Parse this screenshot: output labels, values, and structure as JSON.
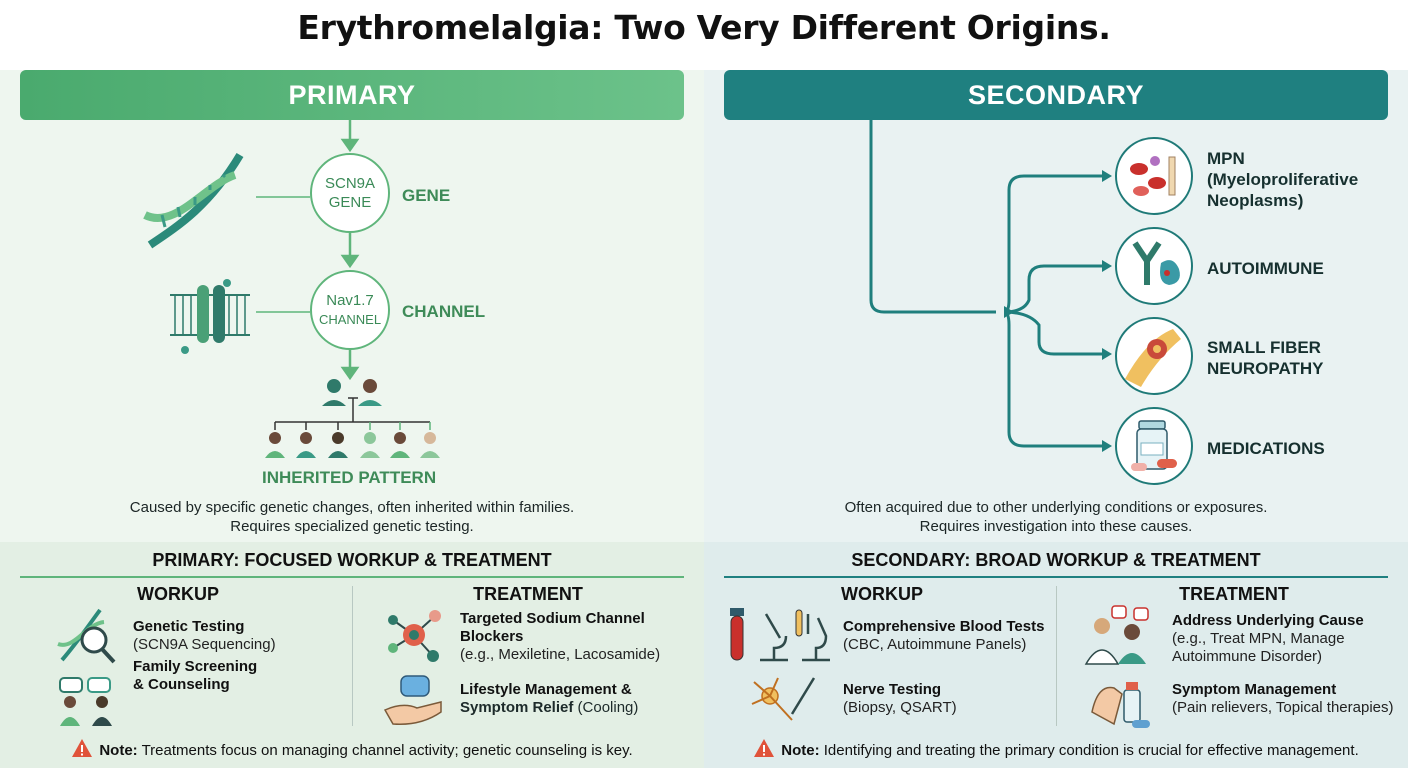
{
  "title": "Erythromelalgia: Two Very Different Origins.",
  "primary": {
    "banner": "PRIMARY",
    "gene_node": [
      "SCN9A",
      "GENE"
    ],
    "gene_label": "GENE",
    "channel_node": [
      "Nav1.7",
      "CHANNEL"
    ],
    "channel_label": "CHANNEL",
    "inherited_label": "INHERITED PATTERN",
    "caption": [
      "Caused by specific genetic changes, often inherited within families.",
      "Requires specialized genetic testing."
    ],
    "workup_title": "PRIMARY: FOCUSED WORKUP & TREATMENT",
    "workup_head": "WORKUP",
    "treatment_head": "TREATMENT",
    "workup_items": [
      {
        "title": "Genetic Testing",
        "sub": "(SCN9A Sequencing)",
        "icon": "dna-magnifier-icon"
      },
      {
        "title": "Family Screening",
        "title2": "& Counseling",
        "icon": "counseling-icon"
      }
    ],
    "treatment_items": [
      {
        "title": "Targeted Sodium Channel",
        "title2": "Blockers",
        "sub": "(e.g., Mexiletine, Lacosamide)",
        "icon": "molecule-icon"
      },
      {
        "title": "Lifestyle Management &",
        "title2": "Symptom Relief",
        "sub": "(Cooling)",
        "icon": "ice-pack-hand-icon"
      }
    ],
    "note_label": "Note:",
    "note_text": "Treatments focus on managing channel activity; genetic counseling is key."
  },
  "secondary": {
    "banner": "SECONDARY",
    "causes": [
      {
        "lines": [
          "MPN",
          "(Myeloproliferative",
          "Neoplasms)"
        ],
        "icon": "blood-cells-icon"
      },
      {
        "lines": [
          "AUTOIMMUNE"
        ],
        "icon": "antibody-icon"
      },
      {
        "lines": [
          "SMALL FIBER",
          "NEUROPATHY"
        ],
        "icon": "nerve-fiber-icon"
      },
      {
        "lines": [
          "MEDICATIONS"
        ],
        "icon": "pill-bottle-icon"
      }
    ],
    "caption": [
      "Often acquired due to other underlying conditions or exposures.",
      "Requires investigation into these causes."
    ],
    "workup_title": "SECONDARY: BROAD WORKUP & TREATMENT",
    "workup_head": "WORKUP",
    "treatment_head": "TREATMENT",
    "workup_items": [
      {
        "title": "Comprehensive Blood Tests",
        "sub": "(CBC, Autoimmune Panels)",
        "icon": "lab-microscope-icon"
      },
      {
        "title": "Nerve Testing",
        "sub": "(Biopsy, QSART)",
        "icon": "neuron-needle-icon"
      }
    ],
    "treatment_items": [
      {
        "title": "Address Underlying Cause",
        "sub": "(e.g., Treat MPN, Manage",
        "sub2": "Autoimmune Disorder)",
        "icon": "doctor-patient-icon"
      },
      {
        "title": "Symptom Management",
        "sub": "(Pain relievers, Topical therapies)",
        "icon": "hand-pills-icon"
      }
    ],
    "note_label": "Note:",
    "note_text": "Identifying and treating the primary condition is crucial for effective management."
  },
  "colors": {
    "primary_green": "#5fb57b",
    "secondary_teal": "#1f8080",
    "warning": "#e0533a"
  }
}
